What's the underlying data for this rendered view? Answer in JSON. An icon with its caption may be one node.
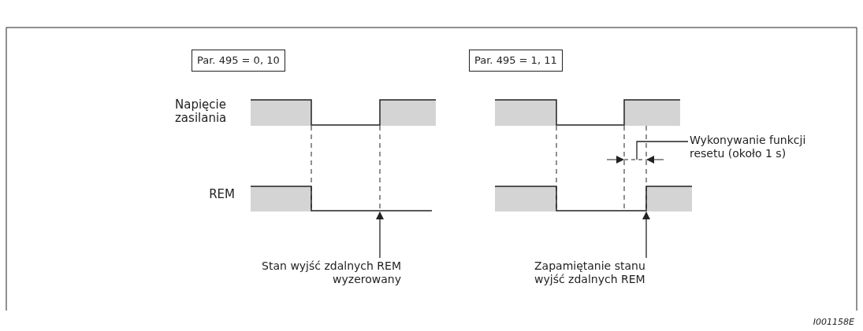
{
  "diagram": {
    "nodes": [
      {
        "text": [
          "Par. 495 = 0, 10"
        ]
      },
      {
        "text": [
          "Par. 495 = 1, 11"
        ]
      },
      {
        "text": [
          "Stan wyjść zdalnych REM wyzerowany"
        ]
      },
      {
        "text": [
          "Zapamiętanie stanu wyjść zdalnych REM"
        ]
      },
      {
        "text": [
          "Wykonywanie funkcji resetu (około 1 s)"
        ]
      }
    ],
    "edges": [
      {
        "from": 2,
        "to": null,
        "arrow": "to"
      },
      {
        "from": 3,
        "to": null,
        "arrow": "to"
      },
      {
        "from": 4,
        "to": null,
        "arrow": "none"
      }
    ],
    "labels": [
      "Napięcie zasilania",
      "REM",
      "I001158E"
    ]
  }
}
